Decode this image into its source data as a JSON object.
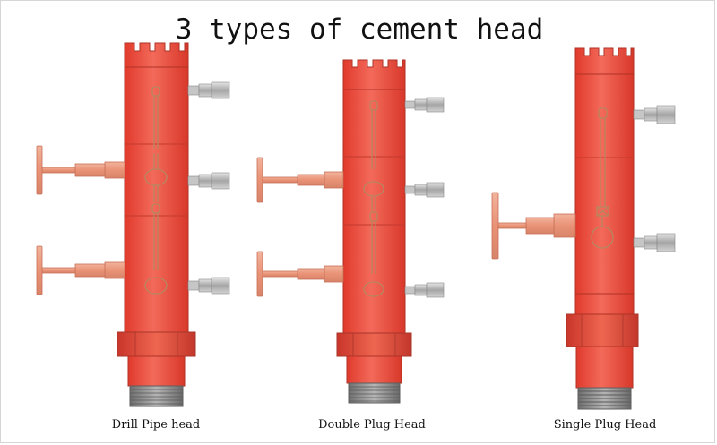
{
  "title": "3 types of cement head",
  "colors": {
    "body": "#ef4b3d",
    "body_dark": "#c83526",
    "handle": "#ed9f84",
    "handle_dark": "#c87057",
    "thread": "#8e8e8e",
    "connector": "#b9b9b9",
    "background": "#ffffff"
  },
  "heads": [
    {
      "label": "Drill Pipe head"
    },
    {
      "label": "Double Plug Head"
    },
    {
      "label": "Single Plug Head"
    }
  ]
}
